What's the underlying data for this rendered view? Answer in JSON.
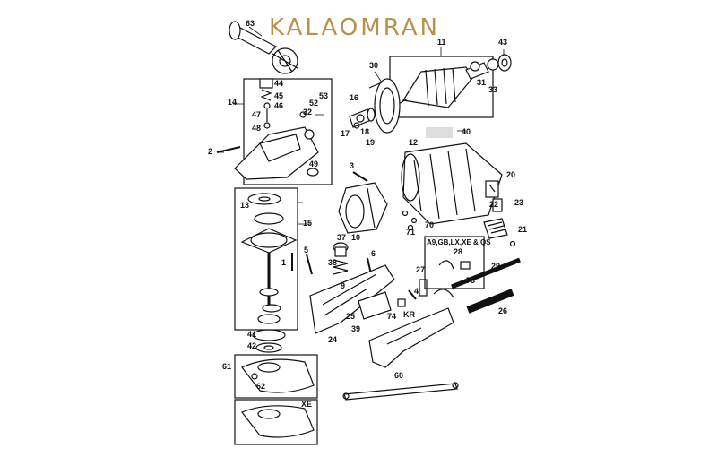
{
  "logo": {
    "text": "KALAOMRAN",
    "color": "#b8924a"
  },
  "callouts": [
    "63",
    "11",
    "43",
    "30",
    "44",
    "45",
    "46",
    "47",
    "48",
    "14",
    "52",
    "53",
    "32",
    "16",
    "18",
    "17",
    "19",
    "40",
    "31",
    "33",
    "2",
    "49",
    "12",
    "3",
    "20",
    "23",
    "22",
    "21",
    "13",
    "15",
    "10",
    "71",
    "70",
    "37",
    "1",
    "5",
    "6",
    "38",
    "9",
    "27",
    "4",
    "28",
    "73",
    "29",
    "39",
    "25",
    "74",
    "24",
    "26",
    "41",
    "42",
    "61",
    "62",
    "60"
  ],
  "boxes": {
    "variant_label": "A9,GB,LX,XE & QS",
    "kr_label": "KR",
    "xe_label": "XE"
  },
  "colors": {
    "line": "#111111",
    "fill": "#ffffff",
    "logo": "#b8924a"
  }
}
